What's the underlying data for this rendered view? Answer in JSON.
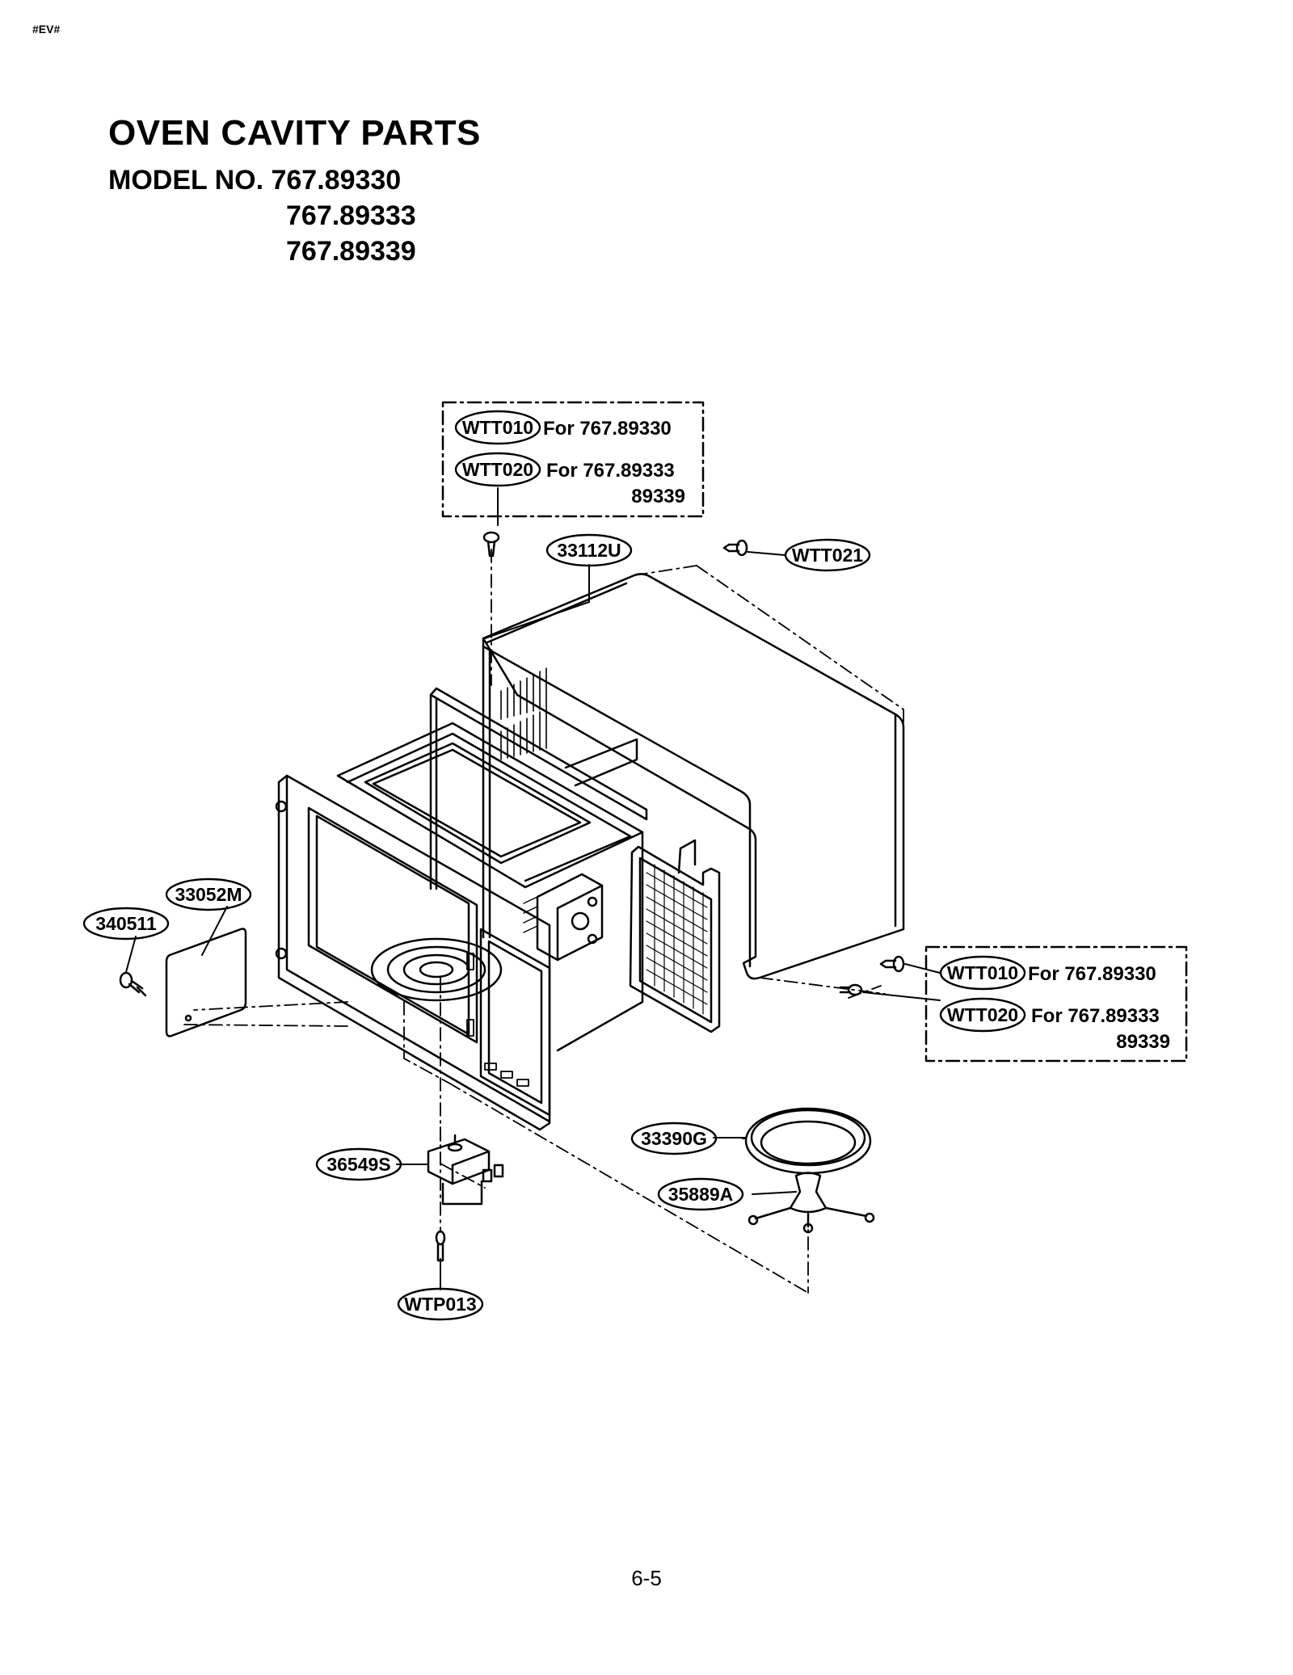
{
  "header": {
    "tag": "#EV#",
    "title": "OVEN CAVITY PARTS",
    "model_line_1": "MODEL NO. 767.89330",
    "model_line_2": "767.89333",
    "model_line_3": "767.89339"
  },
  "callouts": {
    "top_box": {
      "part_a": "WTT010",
      "for_a": "For 767.89330",
      "part_b": "WTT020",
      "for_b": "For 767.89333",
      "for_b2": "89339"
    },
    "right_box": {
      "part_a": "WTT010",
      "for_a": "For 767.89330",
      "part_b": "WTT020",
      "for_b": "For 767.89333",
      "for_b2": "89339"
    },
    "p_33112U": "33112U",
    "p_WTT021": "WTT021",
    "p_33052M": "33052M",
    "p_340511": "340511",
    "p_33390G": "33390G",
    "p_35889A": "35889A",
    "p_36549S": "36549S",
    "p_WTP013": "WTP013"
  },
  "footer": {
    "page_number": "6-5"
  }
}
